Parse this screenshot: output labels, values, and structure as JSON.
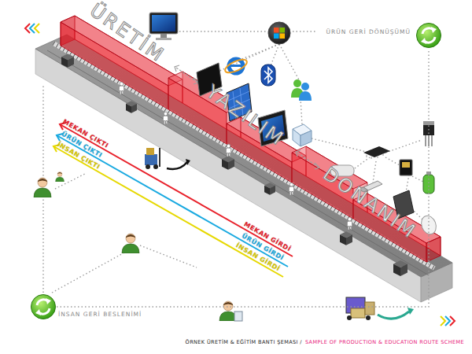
{
  "diagram": {
    "caption": "ÖRNEK ÜRETİM & EĞİTİM BANTI ŞEMASI /",
    "nodes": [
      {
        "text": [
          "ÜRÜN GERİ DÖNÜŞÜMÜ"
        ]
      },
      {
        "text": [
          "İNSAN GERİ BESLENİMİ"
        ]
      }
    ],
    "edges": [
      {
        "from": 1,
        "to": 0,
        "arrow": "none"
      }
    ],
    "labels": [
      "SAMPLE OF PRODUCTION & EDUCATION ROUTE SCHEME",
      "ÜRETİM",
      "YAZILIM",
      "DONANIM",
      "MEKAN ÇIKTI",
      "ÜRÜN ÇIKTI",
      "İNSAN ÇIKTI",
      "MEKAN GİRDİ",
      "ÜRÜN GİRDİ",
      "İNSAN GİRDİ"
    ]
  }
}
